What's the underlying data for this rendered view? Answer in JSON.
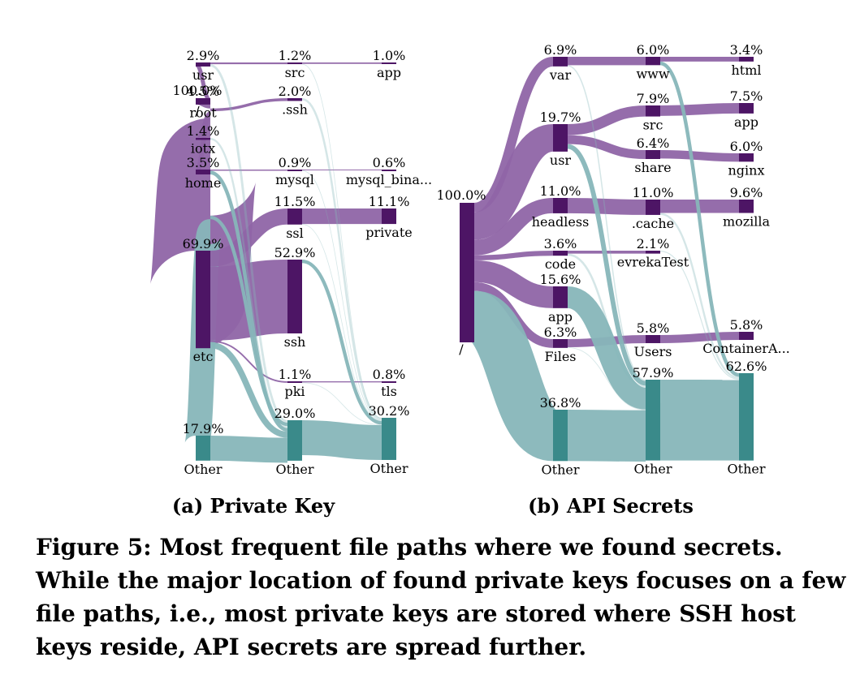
{
  "caption": "Figure 5: Most frequent file paths where we found secrets. While the major location of found private keys focuses on a few file paths, i.e., most private keys are stored where SSH host keys reside, API secrets are spread further.",
  "colors": {
    "node": "#4d1565",
    "other_node": "#3a8a8a",
    "flow": "#8f65a6",
    "other_flow": "#87b6b9"
  },
  "chart_data": [
    {
      "type": "sankey",
      "title": "(a) Private Key",
      "root": {
        "label": "/",
        "value": 100.0
      },
      "nodes": [
        {
          "id": "usr",
          "label": "usr",
          "value": 2.9,
          "level": 1
        },
        {
          "id": "root",
          "label": "root",
          "value": 4.5,
          "level": 1
        },
        {
          "id": "iotx",
          "label": "iotx",
          "value": 1.4,
          "level": 1
        },
        {
          "id": "home",
          "label": "home",
          "value": 3.5,
          "level": 1
        },
        {
          "id": "etc",
          "label": "etc",
          "value": 69.9,
          "level": 1
        },
        {
          "id": "o1",
          "label": "Other",
          "value": 17.9,
          "level": 1,
          "other": true
        },
        {
          "id": "src",
          "label": "src",
          "value": 1.2,
          "level": 2
        },
        {
          "id": "dotssh",
          "label": ".ssh",
          "value": 2.0,
          "level": 2
        },
        {
          "id": "mysql",
          "label": "mysql",
          "value": 0.9,
          "level": 2
        },
        {
          "id": "ssl",
          "label": "ssl",
          "value": 11.5,
          "level": 2
        },
        {
          "id": "ssh",
          "label": "ssh",
          "value": 52.9,
          "level": 2
        },
        {
          "id": "pki",
          "label": "pki",
          "value": 1.1,
          "level": 2
        },
        {
          "id": "o2",
          "label": "Other",
          "value": 29.0,
          "level": 2,
          "other": true
        },
        {
          "id": "app",
          "label": "app",
          "value": 1.0,
          "level": 3
        },
        {
          "id": "mysqlbin",
          "label": "mysql_bina...",
          "value": 0.6,
          "level": 3
        },
        {
          "id": "private",
          "label": "private",
          "value": 11.1,
          "level": 3
        },
        {
          "id": "tls",
          "label": "tls",
          "value": 0.8,
          "level": 3
        },
        {
          "id": "o3",
          "label": "Other",
          "value": 30.2,
          "level": 3,
          "other": true
        }
      ],
      "links": [
        {
          "source": "root",
          "target": "usr",
          "value": 2.9
        },
        {
          "source": "root",
          "target": "root",
          "value": 4.5
        },
        {
          "source": "root",
          "target": "iotx",
          "value": 1.4
        },
        {
          "source": "root",
          "target": "home",
          "value": 3.5
        },
        {
          "source": "root",
          "target": "etc",
          "value": 69.9
        },
        {
          "source": "root",
          "target": "o1",
          "value": 17.9
        },
        {
          "source": "usr",
          "target": "src",
          "value": 1.2
        },
        {
          "source": "root",
          "target": "dotssh",
          "value": 2.0
        },
        {
          "source": "home",
          "target": "mysql",
          "value": 0.9
        },
        {
          "source": "etc",
          "target": "ssl",
          "value": 11.5
        },
        {
          "source": "etc",
          "target": "ssh",
          "value": 52.9
        },
        {
          "source": "etc",
          "target": "pki",
          "value": 1.1
        },
        {
          "source": "o1",
          "target": "o2",
          "value": 17.9
        },
        {
          "source": "etc",
          "target": "o2",
          "value": 4.4
        },
        {
          "source": "usr",
          "target": "o2",
          "value": 1.7
        },
        {
          "source": "root",
          "target": "o2",
          "value": 2.5
        },
        {
          "source": "iotx",
          "target": "o2",
          "value": 1.4
        },
        {
          "source": "home",
          "target": "o2",
          "value": 2.6
        },
        {
          "source": "src",
          "target": "app",
          "value": 1.0
        },
        {
          "source": "mysql",
          "target": "mysqlbin",
          "value": 0.6
        },
        {
          "source": "ssl",
          "target": "private",
          "value": 11.1
        },
        {
          "source": "pki",
          "target": "tls",
          "value": 0.8
        },
        {
          "source": "o2",
          "target": "o3",
          "value": 25.0
        },
        {
          "source": "ssh",
          "target": "o3",
          "value": 2.5
        },
        {
          "source": "dotssh",
          "target": "o3",
          "value": 1.5
        },
        {
          "source": "ssl",
          "target": "o3",
          "value": 0.4
        },
        {
          "source": "src",
          "target": "o3",
          "value": 0.2
        },
        {
          "source": "mysql",
          "target": "o3",
          "value": 0.3
        },
        {
          "source": "pki",
          "target": "o3",
          "value": 0.3
        }
      ]
    },
    {
      "type": "sankey",
      "title": "(b) API Secrets",
      "root": {
        "label": "/",
        "value": 100.0
      },
      "nodes": [
        {
          "id": "var",
          "label": "var",
          "value": 6.9,
          "level": 1
        },
        {
          "id": "usr",
          "label": "usr",
          "value": 19.7,
          "level": 1
        },
        {
          "id": "headless",
          "label": "headless",
          "value": 11.0,
          "level": 1
        },
        {
          "id": "code",
          "label": "code",
          "value": 3.6,
          "level": 1
        },
        {
          "id": "app1",
          "label": "app",
          "value": 15.6,
          "level": 1
        },
        {
          "id": "files",
          "label": "Files",
          "value": 6.3,
          "level": 1
        },
        {
          "id": "o1",
          "label": "Other",
          "value": 36.8,
          "level": 1,
          "other": true
        },
        {
          "id": "www",
          "label": "www",
          "value": 6.0,
          "level": 2
        },
        {
          "id": "src",
          "label": "src",
          "value": 7.9,
          "level": 2
        },
        {
          "id": "share",
          "label": "share",
          "value": 6.4,
          "level": 2
        },
        {
          "id": "cache",
          "label": ".cache",
          "value": 11.0,
          "level": 2
        },
        {
          "id": "evreka",
          "label": "evrekaTest",
          "value": 2.1,
          "level": 2
        },
        {
          "id": "users",
          "label": "Users",
          "value": 5.8,
          "level": 2
        },
        {
          "id": "o2",
          "label": "Other",
          "value": 57.9,
          "level": 2,
          "other": true
        },
        {
          "id": "html",
          "label": "html",
          "value": 3.4,
          "level": 3
        },
        {
          "id": "app3",
          "label": "app",
          "value": 7.5,
          "level": 3
        },
        {
          "id": "nginx",
          "label": "nginx",
          "value": 6.0,
          "level": 3
        },
        {
          "id": "mozilla",
          "label": "mozilla",
          "value": 9.6,
          "level": 3
        },
        {
          "id": "container",
          "label": "ContainerA...",
          "value": 5.8,
          "level": 3
        },
        {
          "id": "o3",
          "label": "Other",
          "value": 62.6,
          "level": 3,
          "other": true
        }
      ],
      "links": [
        {
          "source": "root",
          "target": "var",
          "value": 6.9
        },
        {
          "source": "root",
          "target": "usr",
          "value": 19.7
        },
        {
          "source": "root",
          "target": "headless",
          "value": 11.0
        },
        {
          "source": "root",
          "target": "code",
          "value": 3.6
        },
        {
          "source": "root",
          "target": "app1",
          "value": 15.6
        },
        {
          "source": "root",
          "target": "files",
          "value": 6.3
        },
        {
          "source": "root",
          "target": "o1",
          "value": 36.8
        },
        {
          "source": "var",
          "target": "www",
          "value": 6.0
        },
        {
          "source": "usr",
          "target": "src",
          "value": 7.9
        },
        {
          "source": "usr",
          "target": "share",
          "value": 6.4
        },
        {
          "source": "headless",
          "target": "cache",
          "value": 11.0
        },
        {
          "source": "code",
          "target": "evreka",
          "value": 2.1
        },
        {
          "source": "files",
          "target": "users",
          "value": 5.8
        },
        {
          "source": "o1",
          "target": "o2",
          "value": 36.8
        },
        {
          "source": "app1",
          "target": "o2",
          "value": 15.6
        },
        {
          "source": "usr",
          "target": "o2",
          "value": 3.4
        },
        {
          "source": "var",
          "target": "o2",
          "value": 0.9
        },
        {
          "source": "code",
          "target": "o2",
          "value": 1.5
        },
        {
          "source": "files",
          "target": "o2",
          "value": 0.5
        },
        {
          "source": "www",
          "target": "html",
          "value": 3.4
        },
        {
          "source": "src",
          "target": "app3",
          "value": 7.5
        },
        {
          "source": "share",
          "target": "nginx",
          "value": 6.0
        },
        {
          "source": "cache",
          "target": "mozilla",
          "value": 9.6
        },
        {
          "source": "users",
          "target": "container",
          "value": 5.8
        },
        {
          "source": "o2",
          "target": "o3",
          "value": 57.9
        },
        {
          "source": "www",
          "target": "o3",
          "value": 2.6
        },
        {
          "source": "cache",
          "target": "o3",
          "value": 1.4
        },
        {
          "source": "evreka",
          "target": "o3",
          "value": 0.7
        }
      ]
    }
  ]
}
